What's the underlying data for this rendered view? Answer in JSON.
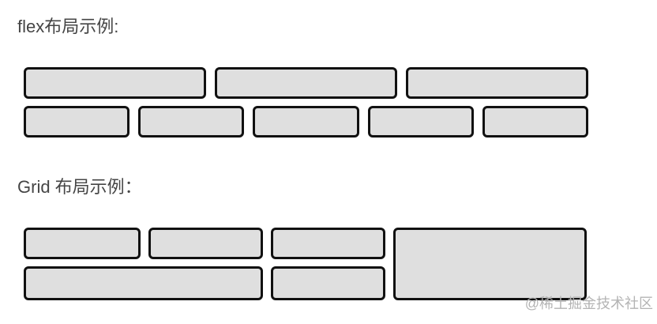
{
  "colors": {
    "page_bg": "#ffffff",
    "box_fill": "#dfdfdf",
    "box_border": "#111111",
    "title_text": "#454545",
    "watermark_text": "#b4b4b4"
  },
  "flex_section": {
    "title": "flex布局示例:",
    "row1_box_count": 3,
    "row2_box_count": 5
  },
  "grid_section": {
    "title": "Grid 布局示例：",
    "box_count": 6
  },
  "watermark": "@稀土掘金技术社区"
}
